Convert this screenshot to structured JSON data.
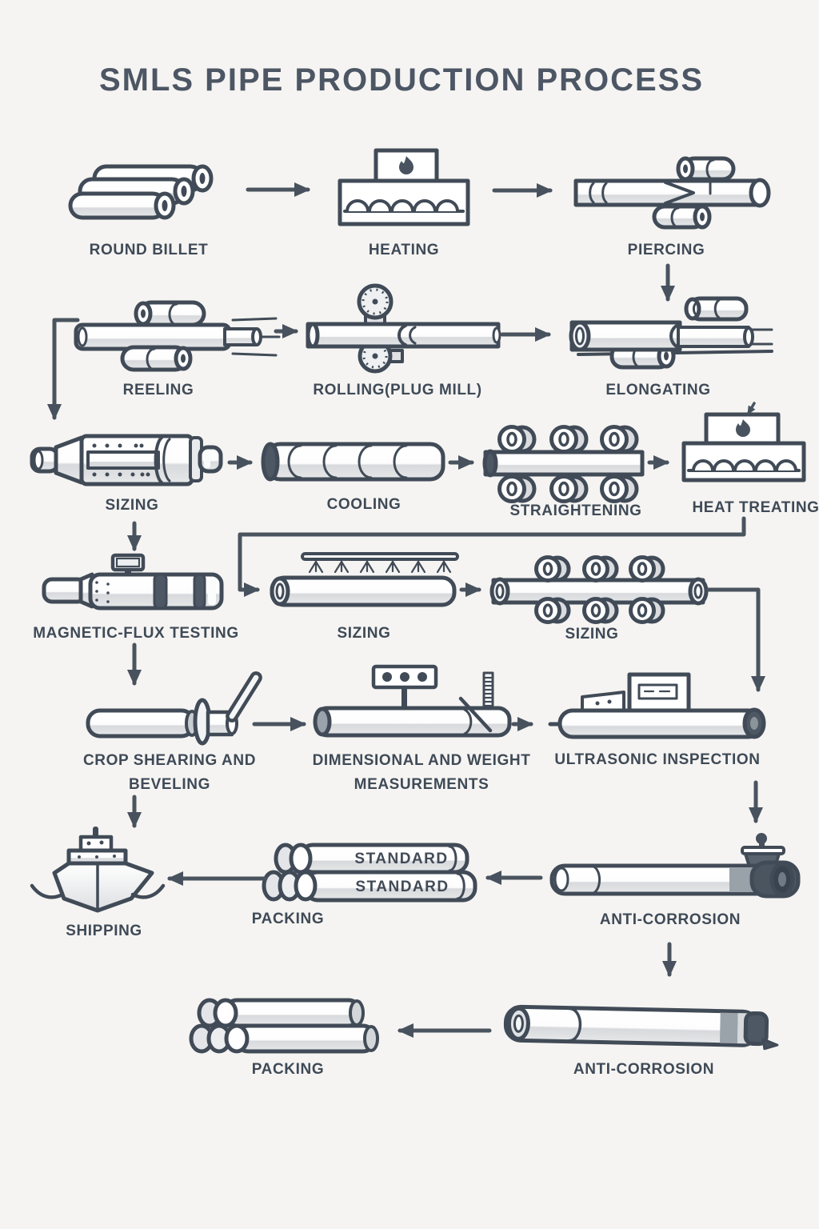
{
  "title": "SMLS PIPE PRODUCTION PROCESS",
  "stations": {
    "round_billet": {
      "label": "ROUND BILLET"
    },
    "heating": {
      "label": "HEATING"
    },
    "piercing": {
      "label": "PIERCING"
    },
    "reeling": {
      "label": "REELING"
    },
    "rolling": {
      "label": "ROLLING(PLUG MILL)"
    },
    "elongating": {
      "label": "ELONGATING"
    },
    "sizing1": {
      "label": "SIZING"
    },
    "cooling": {
      "label": "COOLING"
    },
    "straightening": {
      "label": "STRAIGHTENING"
    },
    "heat_treating": {
      "label": "HEAT TREATING"
    },
    "magnetic_flux": {
      "label": "MAGNETIC-FLUX TESTING"
    },
    "sizing2": {
      "label": "SIZING"
    },
    "sizing3": {
      "label": "SIZING"
    },
    "crop_shearing": {
      "label": "CROP SHEARING AND BEVELING"
    },
    "dimensional": {
      "label": "DIMENSIONAL AND WEIGHT MEASUREMENTS"
    },
    "ultrasonic": {
      "label": "ULTRASONIC INSPECTION"
    },
    "shipping": {
      "label": "SHIPPING"
    },
    "packing1": {
      "label": "PACKING"
    },
    "anti_corrosion1": {
      "label": "ANTI-CORROSION"
    },
    "packing2": {
      "label": "PACKING"
    },
    "anti_corrosion2": {
      "label": "ANTI-CORROSION"
    }
  },
  "pipe_markings": {
    "standard1": "STANDARD",
    "standard2": "STANDARD"
  },
  "colors": {
    "background": "#f5f4f2",
    "stroke": "#414b57",
    "label": "#3f4a57",
    "pipe_shade": "#d7d9dc",
    "dark_fill": "#4d5864"
  }
}
